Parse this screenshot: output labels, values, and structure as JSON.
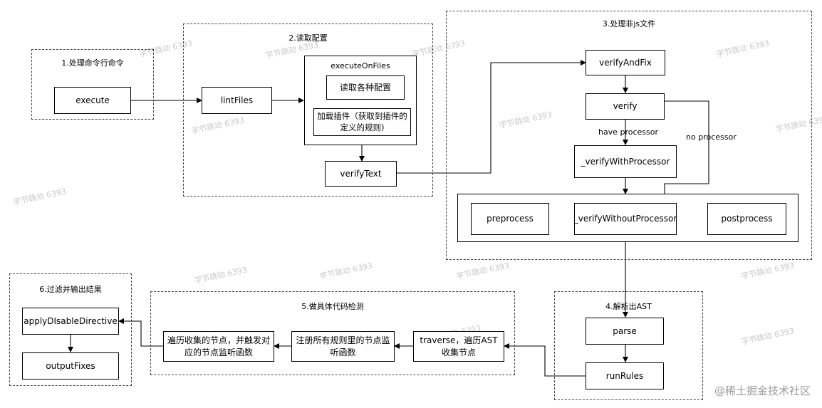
{
  "groups": {
    "g1": "1.处理命令行命令",
    "g2": "2.读取配置",
    "g3": "3.处理非js文件",
    "g4": "4.解析出AST",
    "g5": "5.做具体代码检测",
    "g6": "6.过滤并输出结果"
  },
  "nodes": {
    "execute": "execute",
    "lintFiles": "lintFiles",
    "executeOnFiles": "executeOnFiles",
    "readConfigs": "读取各种配置",
    "loadPlugins": "加载插件（获取到插件的定义的规则)",
    "verifyText": "verifyText",
    "verifyAndFix": "verifyAndFix",
    "verify": "verify",
    "verifyWithProcessor": "_verifyWithProcessor",
    "preprocess": "preprocess",
    "verifyWithoutProcessor": "_verifyWithoutProcessor",
    "postprocess": "postprocess",
    "parse": "parse",
    "runRules": "runRules",
    "traverse": "traverse，遍历AST收集节点",
    "registerListeners": "注册所有规则里的节点监听函数",
    "traverseCollected": "遍历收集的节点，并触发对应的节点监听函数",
    "applyDisableDirective": "applyDIsableDirective",
    "outputFixes": "outputFixes"
  },
  "edge_labels": {
    "have_processor": "have processor",
    "no_processor": "no processor"
  },
  "watermark": "字节跳动 6393",
  "brand": "@稀土掘金技术社区"
}
